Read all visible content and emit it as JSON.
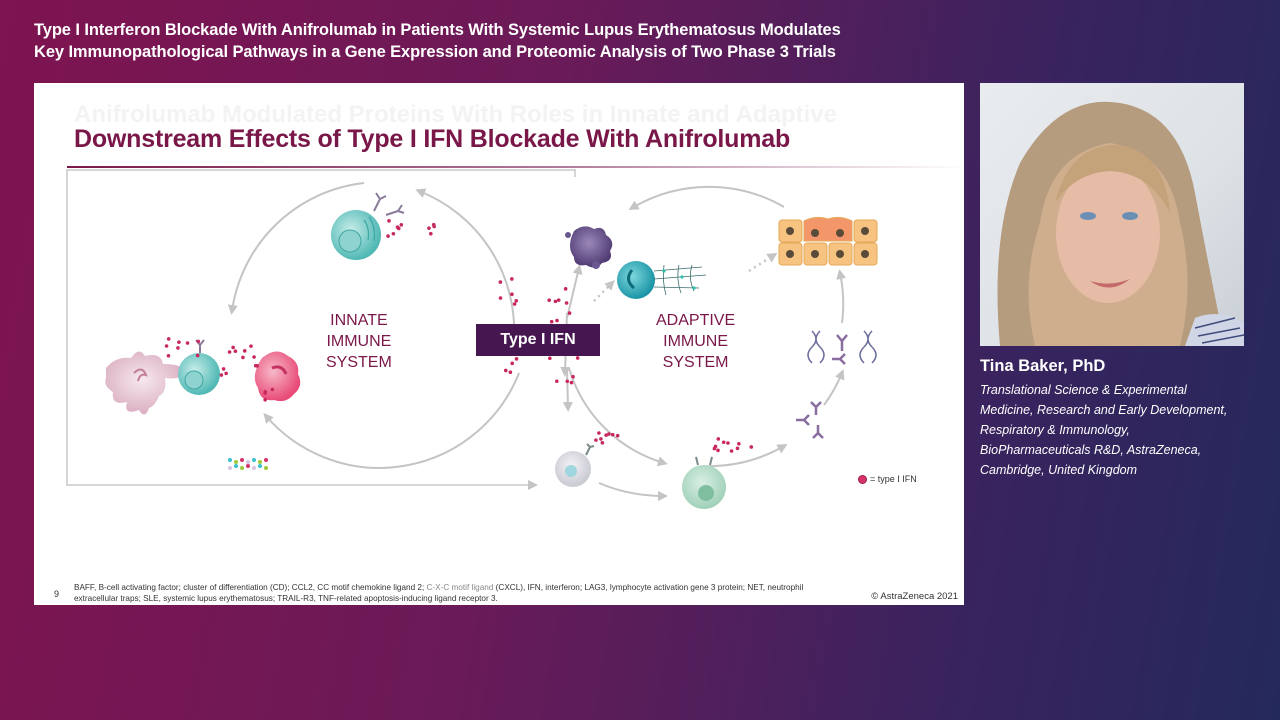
{
  "header": {
    "title_line1": "Type I Interferon Blockade With Anifrolumab in Patients With Systemic Lupus Erythematosus Modulates",
    "title_line2": "Key Immunopathological Pathways in a Gene Expression and Proteomic Analysis of Two Phase 3 Trials"
  },
  "slide": {
    "ghost_title": "Anifrolumab Modulated Proteins With Roles in Innate and Adaptive",
    "title": "Downstream Effects of Type I IFN Blockade With Anifrolumab",
    "diagram": {
      "innate_label": [
        "INNATE",
        "IMMUNE",
        "SYSTEM"
      ],
      "adaptive_label": [
        "ADAPTIVE",
        "IMMUNE",
        "SYSTEM"
      ],
      "center_label": "Type I IFN",
      "legend": "= type I IFN",
      "colors": {
        "accent": "#7a1749",
        "center_box": "#45164f",
        "ifn_dot": "#c8285e",
        "arrow": "#c4c4c4"
      }
    },
    "page_number": "9",
    "footnote_part1": "BAFF, B-cell activating factor; cluster of differentiation (CD); CCL2, CC motif chemokine ligand 2; ",
    "footnote_muted": "C-X-C motif ligand",
    "footnote_part2": " (CXCL), IFN, interferon; LAG3, lymphocyte activation gene 3 protein; NET, neutrophil extracellular traps; SLE, systemic lupus erythematosus; TRAIL-R3, TNF-related apoptosis-inducing ligand receptor 3.",
    "copyright": "© AstraZeneca 2021"
  },
  "speaker": {
    "name": "Tina Baker, PhD",
    "affiliation": [
      "Translational Science & Experimental",
      "Medicine, Research and Early Development,",
      "Respiratory & Immunology,",
      "BioPharmaceuticals R&D, AstraZeneca,",
      "Cambridge, United Kingdom"
    ]
  }
}
